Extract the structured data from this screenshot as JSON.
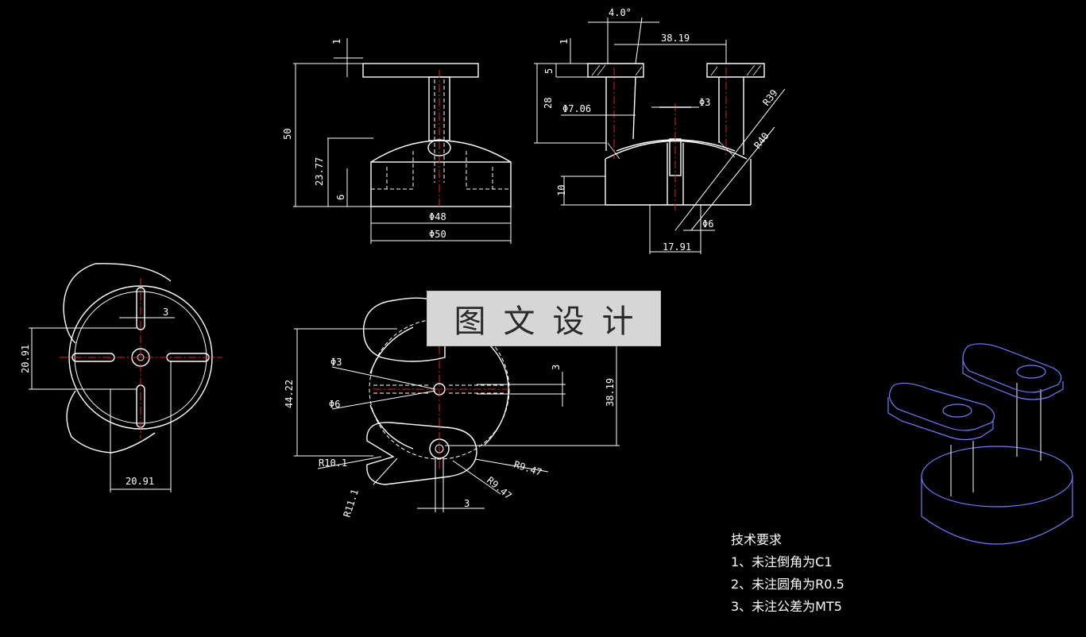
{
  "watermark": {
    "text": "图文设计"
  },
  "top_view_dims": {
    "t1": "1",
    "h50": "50",
    "h2377": "23.77",
    "h6": "6",
    "d48": "Φ48",
    "d50": "Φ50"
  },
  "section_view_dims": {
    "angle": "4.0°",
    "w3819": "38.19",
    "t1": "1",
    "t5": "5",
    "h28": "28",
    "d706": "Φ7.06",
    "d3": "Φ3",
    "r39": "R39",
    "r40": "R40",
    "h10": "10",
    "d6": "Φ6",
    "w1791": "17.91"
  },
  "left_view_dims": {
    "w3": "3",
    "h2091": "20.91",
    "w2091": "20.91"
  },
  "plan_view_dims": {
    "d3": "Φ3",
    "d6": "Φ6",
    "h4422": "44.22",
    "h3819": "38.19",
    "w3a": "3",
    "r101": "R10.1",
    "r111": "R11.1",
    "r947a": "R9.47",
    "r947b": "R9.47",
    "w3b": "3"
  },
  "notes": {
    "title": "技术要求",
    "items": [
      "1、未注倒角为C1",
      "2、未注圆角为R0.5",
      "3、未注公差为MT5"
    ]
  },
  "colors": {
    "background": "#000000",
    "lines": "#ffffff",
    "centerlines": "#e02020",
    "iso_edges": "#6f7dff"
  }
}
